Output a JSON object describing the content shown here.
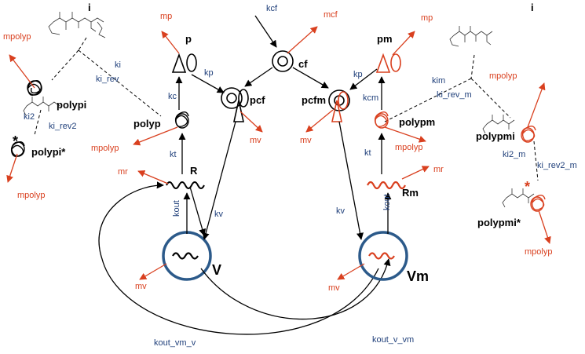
{
  "colors": {
    "black": "#000000",
    "red": "#d9401f",
    "blue_label": "#1f3f7a",
    "circle": "#2c5a8a"
  },
  "icons": [
    "drug-structure-icon",
    "ribosome-icon",
    "polymerase-icon",
    "protein-triangle-icon",
    "rna-wave-icon",
    "vesicle-circle-icon"
  ],
  "nodes": {
    "i_left": "i",
    "i_right": "i",
    "p": "p",
    "pm": "pm",
    "cf": "cf",
    "pcf": "pcf",
    "pcfm": "pcfm",
    "polyp": "polyp",
    "polypm": "polypm",
    "polypi": "polypi",
    "polypi_star": "polypi*",
    "polypmi": "polypmi",
    "polypmi_star": "polypmi*",
    "R": "R",
    "Rm": "Rm",
    "V": "V",
    "Vm": "Vm",
    "star_left": "*",
    "star_right": "*"
  },
  "rates": {
    "kcf": "kcf",
    "kp_left": "kp",
    "kp_right": "kp",
    "kc": "kc",
    "kcm": "kcm",
    "kt_left": "kt",
    "kt_right": "kt",
    "kout_left": "kout",
    "kout_right": "kout",
    "kv_left": "kv",
    "kv_right": "kv",
    "ki": "ki",
    "ki_rev": "ki_rev",
    "ki2": "ki2",
    "ki_rev2": "ki_rev2",
    "kim": "kim",
    "ki_rev_m": "ki_rev_m",
    "ki2_m": "ki2_m",
    "ki_rev2_m": "ki_rev2_m",
    "kout_vm_v": "kout_vm_v",
    "kout_v_vm": "kout_v_vm"
  },
  "degradation": {
    "mcf": "mcf",
    "mp_left": "mp",
    "mp_right": "mp",
    "mpolyp_tl": "mpolyp",
    "mpolyp_bl": "mpolyp",
    "mpolyp_polyp": "mpolyp",
    "mpolyp_polypm": "mpolyp",
    "mpolyp_tr": "mpolyp",
    "mpolyp_br": "mpolyp",
    "mv_pcf": "mv",
    "mv_pcfm": "mv",
    "mv_V": "mv",
    "mv_Vm": "mv",
    "mr_left": "mr",
    "mr_right": "mr"
  }
}
